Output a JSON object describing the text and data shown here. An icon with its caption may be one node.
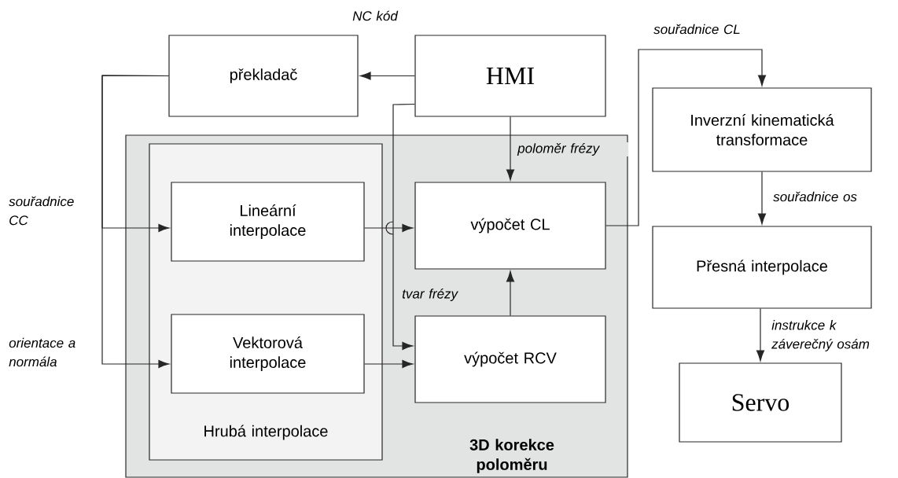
{
  "diagram": {
    "nodes": [
      {
        "text": [
          "překladač"
        ]
      },
      {
        "text": [
          "HMI"
        ]
      },
      {
        "text": [
          "3D korekce poloměru"
        ]
      },
      {
        "text": [
          "Hrubá interpolace"
        ],
        "in": 2
      },
      {
        "text": [
          "Lineární interpolace"
        ],
        "in": 3
      },
      {
        "text": [
          "Vektorová interpolace"
        ],
        "in": 3
      },
      {
        "text": [
          "výpočet CL"
        ],
        "in": 2
      },
      {
        "text": [
          "výpočet RCV"
        ],
        "in": 2
      },
      {
        "text": [
          "Inverzní kinematická transformace"
        ]
      },
      {
        "text": [
          "Přesná interpolace"
        ]
      },
      {
        "text": [
          "Servo"
        ]
      }
    ],
    "edges": [
      {
        "from": 1,
        "to": 0,
        "arrow": "to",
        "label": "NC kód"
      },
      {
        "from": 0,
        "to": 4,
        "arrow": "to",
        "label": "souřadnice CC"
      },
      {
        "from": 0,
        "to": 5,
        "arrow": "to",
        "label": "orientace a normála"
      },
      {
        "from": 1,
        "to": 6,
        "arrow": "to",
        "label": "poloměr frézy"
      },
      {
        "from": 1,
        "to": 7,
        "arrow": "to",
        "label": "tvar frézy"
      },
      {
        "from": 4,
        "to": 6,
        "arrow": "to"
      },
      {
        "from": 5,
        "to": 7,
        "arrow": "to"
      },
      {
        "from": 7,
        "to": 6,
        "arrow": "to"
      },
      {
        "from": 6,
        "to": 8,
        "arrow": "to",
        "label": "souřadnice CL"
      },
      {
        "from": 8,
        "to": 9,
        "arrow": "to",
        "label": "souřadnice os"
      },
      {
        "from": 9,
        "to": 10,
        "arrow": "to",
        "label": "instrukce k záverečný osám"
      }
    ]
  }
}
